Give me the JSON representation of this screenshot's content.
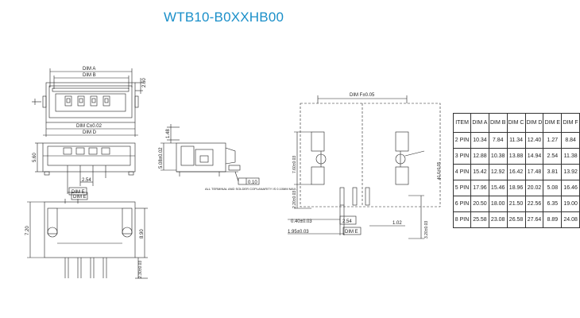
{
  "title": "WTB10-B0XXHB00",
  "labels": {
    "dim_a": "DIM A",
    "dim_b": "DIM B",
    "dim_c": "DIM C±0.02",
    "dim_d": "DIM D",
    "dim_e": "DIM E",
    "dim_f": "DIM F±0.05",
    "h_2_60": "2.60",
    "h_5_60": "5.60",
    "w_2_54": "2.54",
    "h_1_48": "1.48",
    "h_5_08": "5.08±0.02",
    "coplanarity_box": "0.10",
    "coplanarity_note": "ALL TERMINAL AND SOLDER COPLANARITY IS 0.10MM MAX.",
    "h_7_20": "7.20",
    "h_8_90": "8.90",
    "h_2_30": "2.30±0.03",
    "v_7_60": "7.60±0.03",
    "v_2_20": "2.20±0.03",
    "v_3_20": "3.20±0.03",
    "hole_dia": "ϕ1.6±0.05",
    "w_0_40": "0.40±0.03",
    "w_1_95": "1.95±0.03",
    "w_1_02": "1.02",
    "w_2_54_fp": "2.54"
  },
  "table": {
    "headers": [
      "ITEM",
      "DIM A",
      "DIM B",
      "DIM C",
      "DIM D",
      "DIM E",
      "DIM F"
    ],
    "rows": [
      [
        "2 PIN",
        "10.34",
        "7.84",
        "11.34",
        "12.40",
        "1.27",
        "8.84"
      ],
      [
        "3 PIN",
        "12.88",
        "10.38",
        "13.88",
        "14.94",
        "2.54",
        "11.38"
      ],
      [
        "4 PIN",
        "15.42",
        "12.92",
        "16.42",
        "17.48",
        "3.81",
        "13.92"
      ],
      [
        "5 PIN",
        "17.96",
        "15.46",
        "18.96",
        "20.02",
        "5.08",
        "16.46"
      ],
      [
        "6 PIN",
        "20.50",
        "18.00",
        "21.50",
        "22.56",
        "6.35",
        "19.00"
      ],
      [
        "8 PIN",
        "25.58",
        "23.08",
        "26.58",
        "27.64",
        "8.89",
        "24.08"
      ]
    ]
  }
}
